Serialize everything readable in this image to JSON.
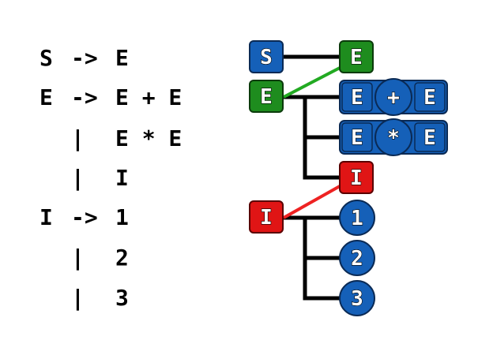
{
  "grammar": {
    "rows": [
      {
        "lhs": "S",
        "arrow": "->",
        "rhs": "E"
      },
      {
        "lhs": "E",
        "arrow": "->",
        "rhs": "E + E"
      },
      {
        "lhs": "",
        "arrow": "|",
        "rhs": "E * E"
      },
      {
        "lhs": "",
        "arrow": "|",
        "rhs": "I"
      },
      {
        "lhs": "I",
        "arrow": "->",
        "rhs": "1"
      },
      {
        "lhs": "",
        "arrow": "|",
        "rhs": "2"
      },
      {
        "lhs": "",
        "arrow": "|",
        "rhs": "3"
      }
    ]
  },
  "diagram": {
    "colors": {
      "nonterminal_blue": "#1560b8",
      "start_green": "#1e8c1e",
      "terminal_red": "#e01515",
      "link_green": "#22aa22",
      "link_red": "#ee2222",
      "line_black": "#000000"
    },
    "nodes": {
      "s_root": "S",
      "e_result": "E",
      "e_source": "E",
      "plus_left": "E",
      "plus_op": "+",
      "plus_right": "E",
      "times_left": "E",
      "times_op": "*",
      "times_right": "E",
      "i_result": "I",
      "i_source": "I",
      "one": "1",
      "two": "2",
      "three": "3"
    }
  }
}
